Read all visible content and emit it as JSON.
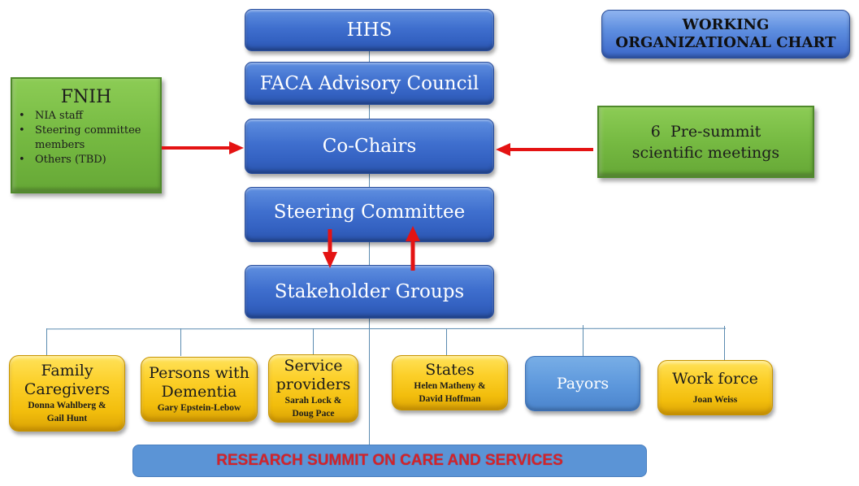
{
  "title": {
    "line1": "WORKING",
    "line2": "ORGANIZATIONAL CHART"
  },
  "hierarchy": {
    "hhs": "HHS",
    "faca": "FACA Advisory Council",
    "co_chairs": "Co-Chairs",
    "steering": "Steering Committee",
    "stakeholders": "Stakeholder Groups"
  },
  "fnih": {
    "title": "FNIH",
    "items": [
      "NIA staff",
      "Steering committee members",
      "Others (TBD)"
    ]
  },
  "presummit": {
    "line1": "6  Pre-summit",
    "line2": "scientific meetings"
  },
  "groups": [
    {
      "title1": "Family",
      "title2": "Caregivers",
      "sub1": "Donna Wahlberg &",
      "sub2": "Gail Hunt"
    },
    {
      "title1": "Persons with",
      "title2": "Dementia",
      "sub1": "Gary Epstein-Lebow"
    },
    {
      "title1": "Service",
      "title2": "providers",
      "sub1": "Sarah Lock &",
      "sub2": "Doug Pace"
    },
    {
      "title1": "States",
      "sub1": "Helen Matheny &",
      "sub2": "David Hoffman"
    },
    {
      "title1": "Payors"
    },
    {
      "title1": "Work force",
      "sub1": "Joan Weiss"
    }
  ],
  "summit": "RESEARCH SUMMIT ON CARE AND SERVICES",
  "colors": {
    "arrow": "#e41313",
    "connector": "#5b8bb0"
  }
}
